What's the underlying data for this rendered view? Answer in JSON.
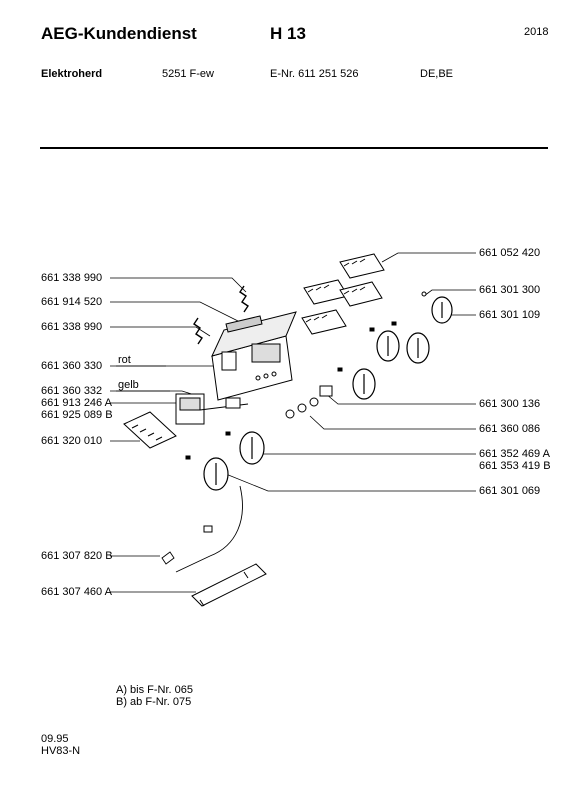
{
  "header": {
    "brand": "AEG-Kundendienst",
    "model": "H 13",
    "year": "2018"
  },
  "meta": {
    "product": "Elektroherd",
    "type": "5251 F-ew",
    "enr": "E-Nr. 611 251 526",
    "region": "DE,BE"
  },
  "parts_left": [
    "661 338 990",
    "661 914 520",
    "661 338 990",
    "661 360 330",
    "661 360 332",
    "661 913 246 A",
    "661 925 089 B",
    "661 320 010",
    "661 307 820 B",
    "661 307 460 A"
  ],
  "parts_right": [
    "661 052 420",
    "661 301 300",
    "661 301 109",
    "661 300 136",
    "661 360 086",
    "661 352 469 A",
    "661 353 419 B",
    "661 301 069"
  ],
  "wire_labels": {
    "rot": "rot",
    "gelb": "gelb"
  },
  "notes": [
    "A) bis F-Nr. 065",
    "B) ab F-Nr. 075"
  ],
  "footer": {
    "date": "09.95",
    "code": "HV83-N"
  }
}
